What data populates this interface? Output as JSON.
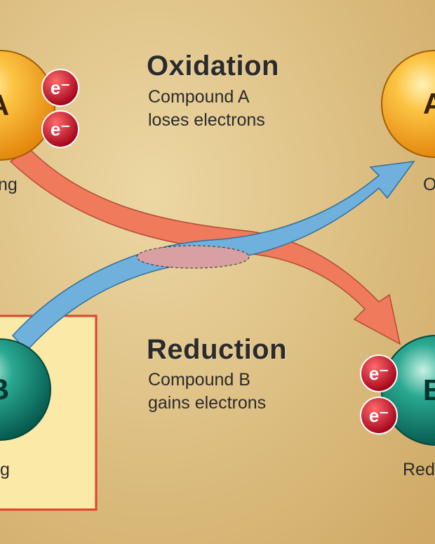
{
  "oxidation": {
    "title": "Oxidation",
    "line1": "Compound A",
    "line2": "loses electrons"
  },
  "reduction": {
    "title": "Reduction",
    "line1": "Compound B",
    "line2": "gains electrons"
  },
  "atoms": {
    "a_left_letter": "A",
    "a_right_letter": "A",
    "b_left_letter": "B",
    "b_right_letter": "B"
  },
  "electron_label": "e⁻",
  "side_labels": {
    "left_top": "ng",
    "right_top": "O",
    "left_bottom": "g",
    "right_bottom": "Red"
  },
  "colors": {
    "background": "#d9b978",
    "oxidation_arrow": "#f07a5c",
    "reduction_arrow": "#6fb0dc",
    "atom_a": "#f5a51e",
    "atom_b": "#0e8f7c",
    "electron": "#c8102e",
    "box_fill": "#fbe9a8",
    "box_border": "#e0412b"
  }
}
